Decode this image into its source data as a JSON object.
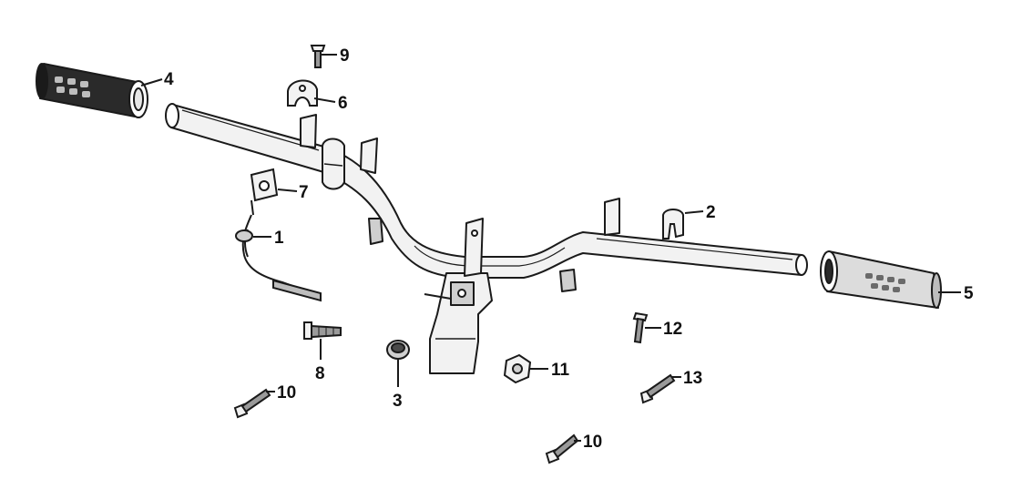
{
  "diagram": {
    "callouts": {
      "c1": "1",
      "c2": "2",
      "c3": "3",
      "c4": "4",
      "c5": "5",
      "c6": "6",
      "c7": "7",
      "c8": "8",
      "c9": "9",
      "c10a": "10",
      "c10b": "10",
      "c11": "11",
      "c12": "12",
      "c13": "13"
    },
    "colors": {
      "line": "#1a1a1a",
      "fill": "#f4f4f4",
      "shade": "#9a9a9a"
    }
  }
}
